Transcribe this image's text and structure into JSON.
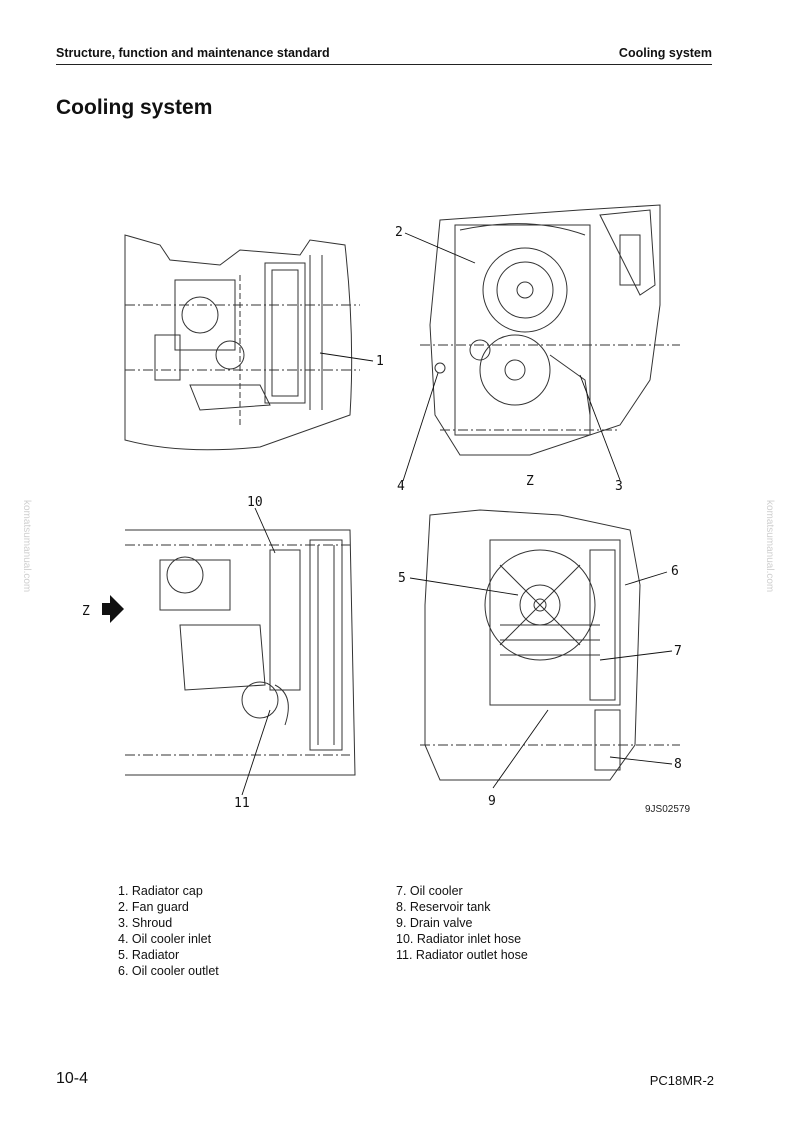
{
  "header": {
    "left": "Structure, function and maintenance standard",
    "right": "Cooling system"
  },
  "title": "Cooling system",
  "figure": {
    "code": "9JS02579",
    "callouts": [
      "1",
      "2",
      "3",
      "4",
      "5",
      "6",
      "7",
      "8",
      "9",
      "10",
      "11"
    ],
    "view_label": "Z",
    "arrow_label": "Z"
  },
  "legend": {
    "col1": [
      "1. Radiator cap",
      "2. Fan guard",
      "3. Shroud",
      "4. Oil cooler inlet",
      "5. Radiator",
      "6. Oil cooler outlet"
    ],
    "col2": [
      "7. Oil cooler",
      "8. Reservoir tank",
      "9. Drain valve",
      "10. Radiator inlet hose",
      "11. Radiator outlet hose"
    ]
  },
  "footer": {
    "page": "10-4",
    "model": "PC18MR-2"
  },
  "watermark": "komatsumanual.com"
}
